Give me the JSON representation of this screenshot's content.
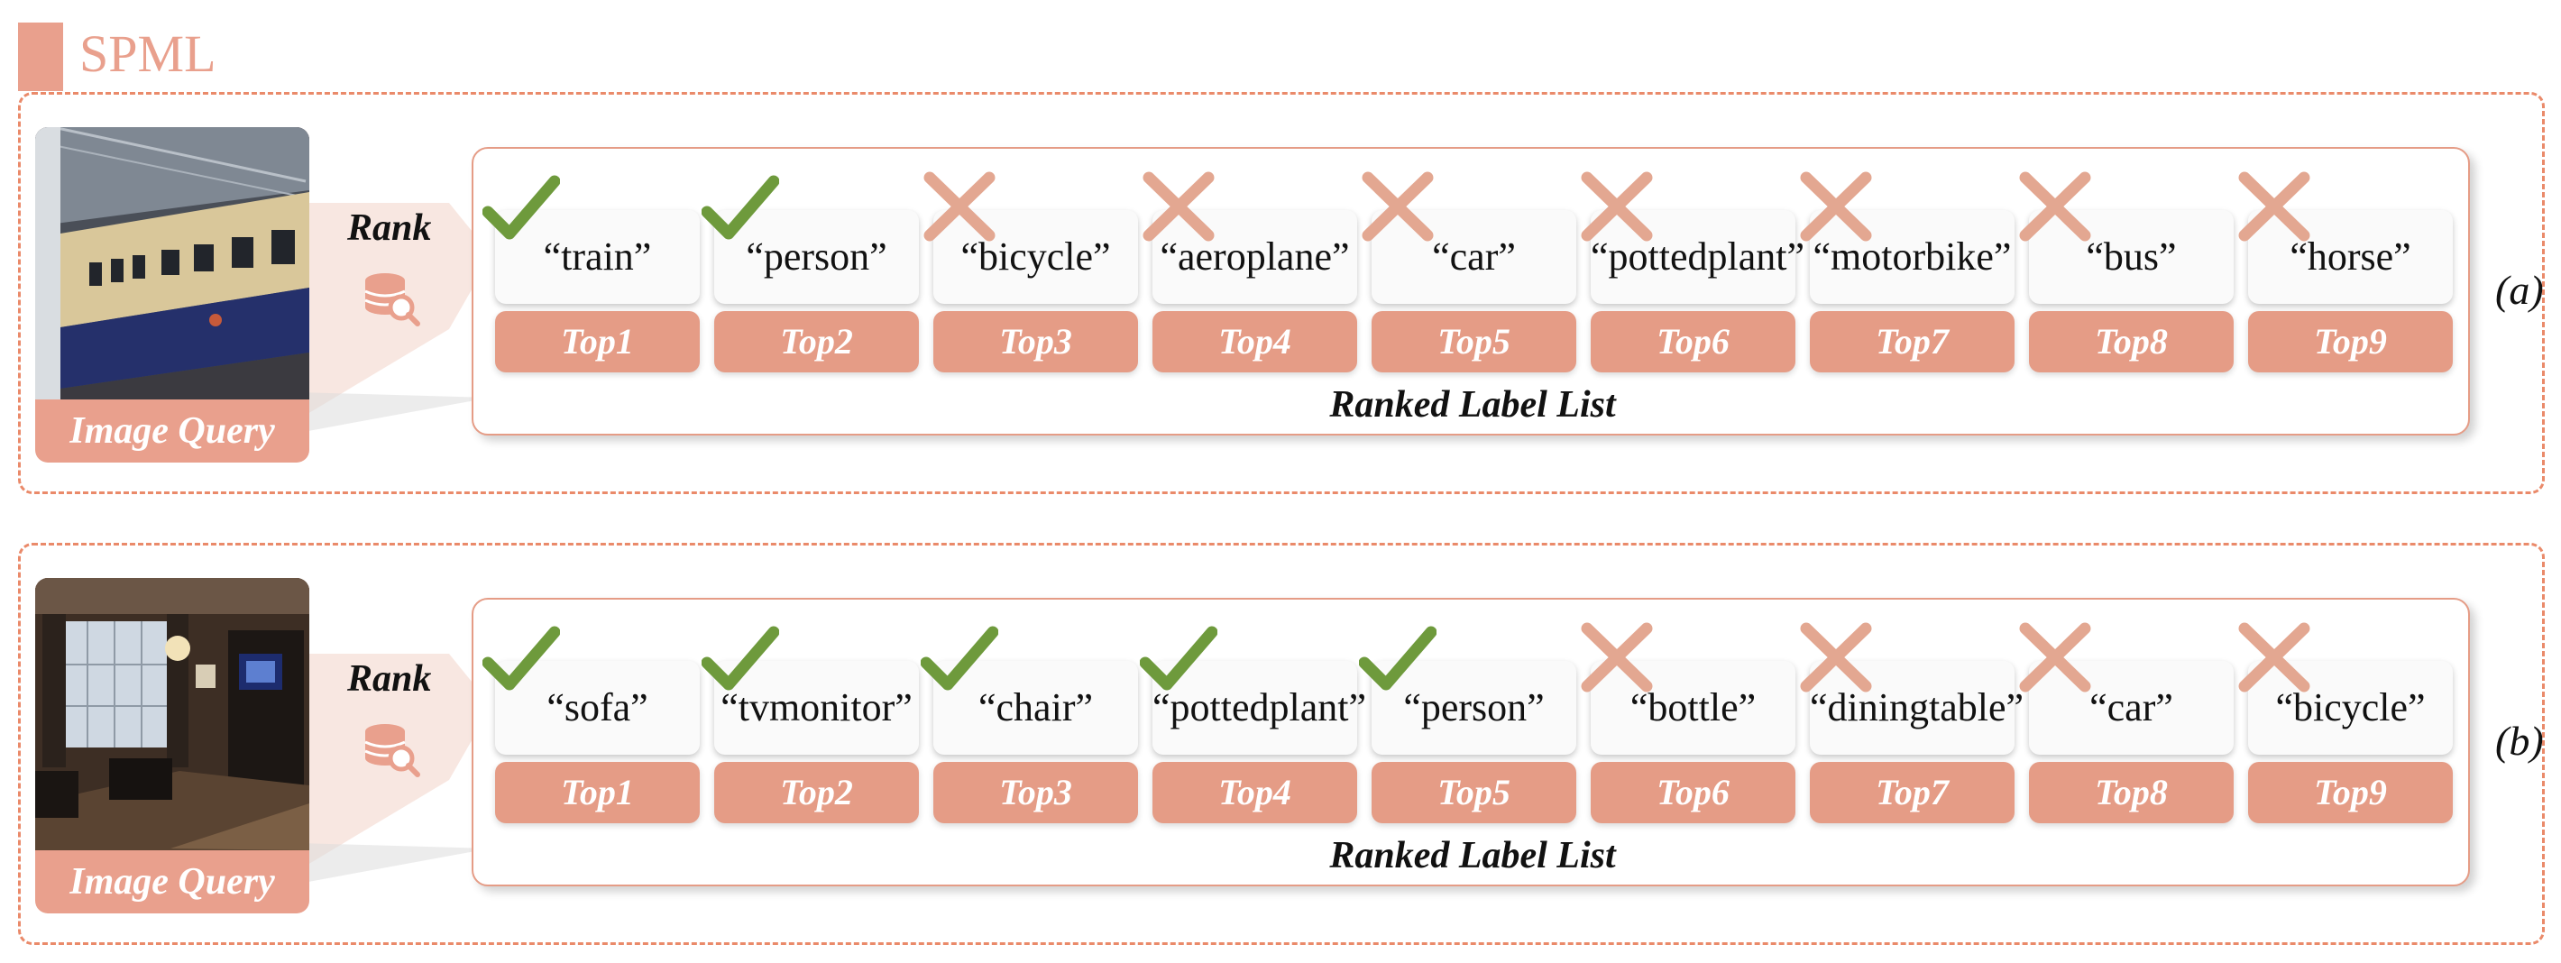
{
  "header": {
    "title": "SPML"
  },
  "colors": {
    "accent": "#e59c86",
    "dashed_border": "#ea8a6a",
    "check": "#6e9a3c",
    "cross": "#e3a791"
  },
  "panels": [
    {
      "letter": "(a)",
      "image_caption": "Image Query",
      "rank_label": "Rank",
      "list_title": "Ranked Label List",
      "items": [
        {
          "label": "“train”",
          "top": "Top1",
          "mark": "check"
        },
        {
          "label": "“person”",
          "top": "Top2",
          "mark": "check"
        },
        {
          "label": "“bicycle”",
          "top": "Top3",
          "mark": "cross"
        },
        {
          "label": "“aeroplane”",
          "top": "Top4",
          "mark": "cross"
        },
        {
          "label": "“car”",
          "top": "Top5",
          "mark": "cross"
        },
        {
          "label": "“pottedplant”",
          "top": "Top6",
          "mark": "cross"
        },
        {
          "label": "“motorbike”",
          "top": "Top7",
          "mark": "cross"
        },
        {
          "label": "“bus”",
          "top": "Top8",
          "mark": "cross"
        },
        {
          "label": "“horse”",
          "top": "Top9",
          "mark": "cross"
        }
      ]
    },
    {
      "letter": "(b)",
      "image_caption": "Image Query",
      "rank_label": "Rank",
      "list_title": "Ranked Label List",
      "items": [
        {
          "label": "“sofa”",
          "top": "Top1",
          "mark": "check"
        },
        {
          "label": "“tvmonitor”",
          "top": "Top2",
          "mark": "check"
        },
        {
          "label": "“chair”",
          "top": "Top3",
          "mark": "check"
        },
        {
          "label": "“pottedplant”",
          "top": "Top4",
          "mark": "check"
        },
        {
          "label": "“person”",
          "top": "Top5",
          "mark": "check"
        },
        {
          "label": "“bottle”",
          "top": "Top6",
          "mark": "cross"
        },
        {
          "label": "“diningtable”",
          "top": "Top7",
          "mark": "cross"
        },
        {
          "label": "“car”",
          "top": "Top8",
          "mark": "cross"
        },
        {
          "label": "“bicycle”",
          "top": "Top9",
          "mark": "cross"
        }
      ]
    }
  ]
}
